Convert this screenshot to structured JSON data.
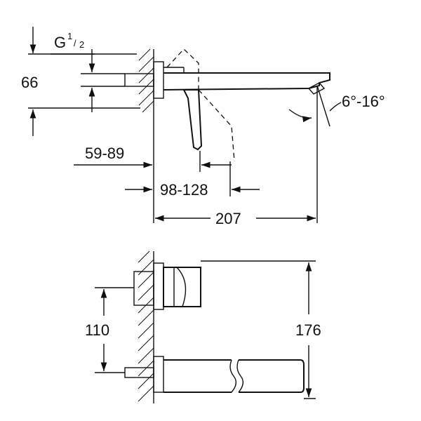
{
  "labels": {
    "thread_main": "G",
    "thread_num": "1",
    "thread_den": "2",
    "height_66": "66",
    "angle": "6°-16°",
    "wall_59_89": "59-89",
    "lever_98_128": "98-128",
    "projection_207": "207",
    "height_110": "110",
    "height_176": "176"
  }
}
